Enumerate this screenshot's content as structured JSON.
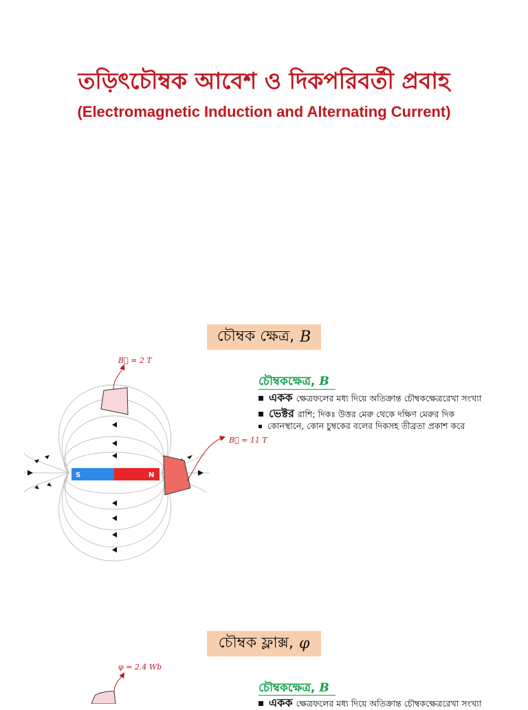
{
  "title": {
    "bengali": "তড়িৎচৌম্বক আবেশ ও দিকপরিবর্তী প্রবাহ",
    "english": "(Electromagnetic Induction and Alternating Current)"
  },
  "section1": {
    "header": "চৌম্বক ক্ষেত্র,",
    "header_symbol": "B",
    "subheading": "চৌম্বকক্ষেত্র,",
    "subheading_symbol": "B",
    "bullets": [
      {
        "bold": "একক",
        "text": "ক্ষেত্রফলের মধ্য দিয়ে অতিক্রান্ত চৌম্বকক্ষেত্ররেখা সংখ্যা"
      },
      {
        "bold": "ভেক্টর",
        "text": "রাশি; দিকঃ উত্তর মেরু থেকে দক্ষিণ মেরুর দিক"
      },
      {
        "bold": "",
        "text": "কোনস্থানে, কোন চুম্বকের বলের দিকসহ তীব্রতা প্রকাশ করে"
      }
    ],
    "labels": {
      "b_small": "B⃗ = 2 T",
      "b_large": "B⃗ = 11 T"
    },
    "magnet": {
      "south": "S",
      "north": "N"
    },
    "colors": {
      "south": "#2e8ae6",
      "north": "#e8262a",
      "accent": "#c0181f",
      "header_bg": "#f7cfae",
      "green": "#12a04b"
    }
  },
  "section2": {
    "header": "চৌম্বক ফ্লাক্স,",
    "header_symbol": "φ",
    "subheading": "চৌম্বকক্ষেত্র,",
    "subheading_symbol": "B",
    "label": "φ = 2.4 Wb",
    "bullet_bold": "একক",
    "bullet_text": "ক্ষেত্রফলের মধ্য দিয়ে অতিক্রান্ত চৌম্বকক্ষেত্ররেখা সংখ্যা"
  }
}
